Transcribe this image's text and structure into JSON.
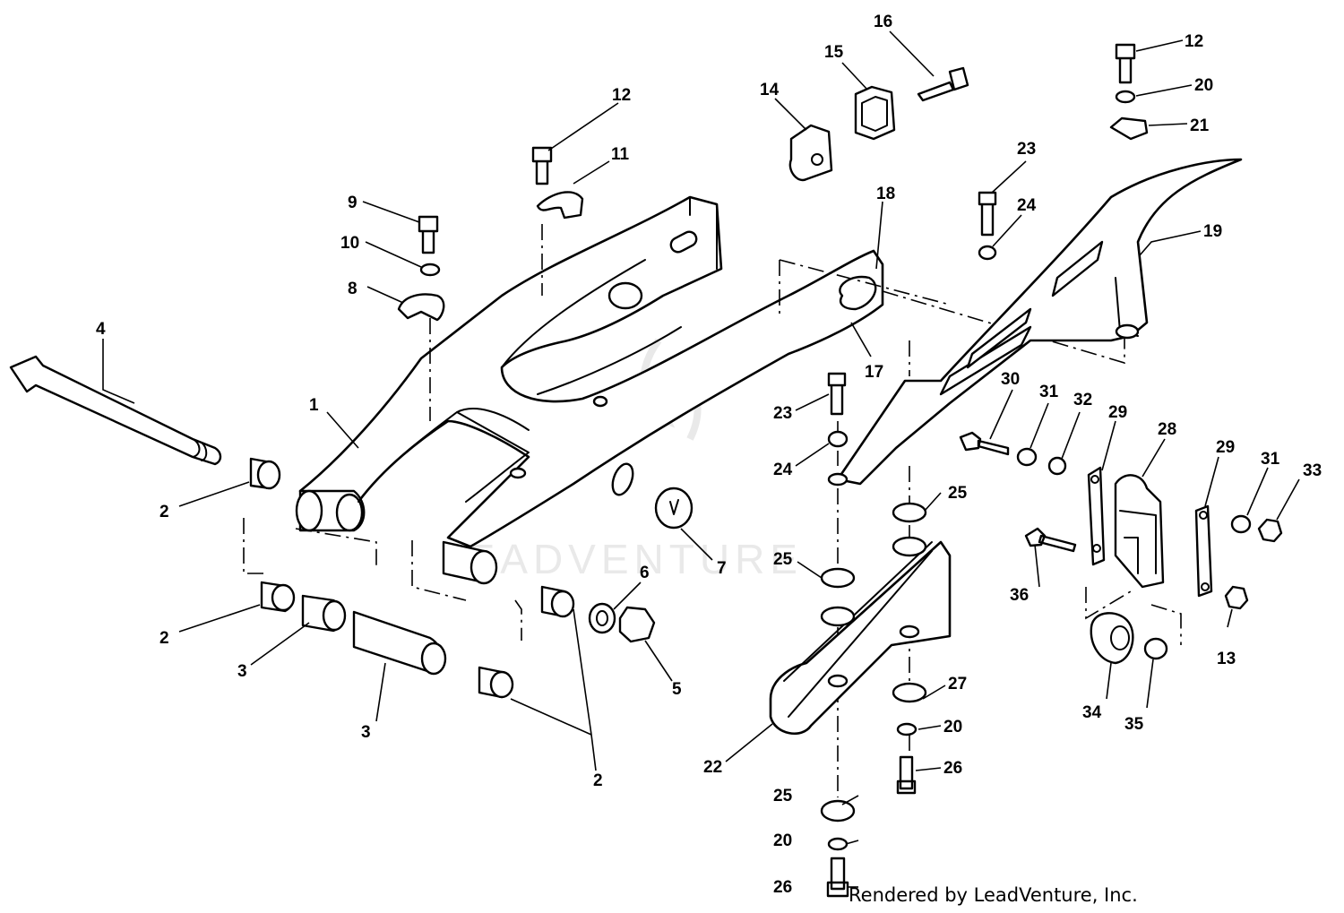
{
  "watermark": "LEADVENTURE",
  "credit": "Rendered by LeadVenture, Inc.",
  "callouts": [
    {
      "n": "1"
    },
    {
      "n": "2"
    },
    {
      "n": "2"
    },
    {
      "n": "2"
    },
    {
      "n": "3"
    },
    {
      "n": "3"
    },
    {
      "n": "4"
    },
    {
      "n": "5"
    },
    {
      "n": "6"
    },
    {
      "n": "7"
    },
    {
      "n": "8"
    },
    {
      "n": "9"
    },
    {
      "n": "10"
    },
    {
      "n": "11"
    },
    {
      "n": "12"
    },
    {
      "n": "12"
    },
    {
      "n": "13"
    },
    {
      "n": "14"
    },
    {
      "n": "15"
    },
    {
      "n": "16"
    },
    {
      "n": "17"
    },
    {
      "n": "18"
    },
    {
      "n": "19"
    },
    {
      "n": "20"
    },
    {
      "n": "20"
    },
    {
      "n": "20"
    },
    {
      "n": "21"
    },
    {
      "n": "22"
    },
    {
      "n": "23"
    },
    {
      "n": "23"
    },
    {
      "n": "24"
    },
    {
      "n": "24"
    },
    {
      "n": "25"
    },
    {
      "n": "25"
    },
    {
      "n": "25"
    },
    {
      "n": "26"
    },
    {
      "n": "26"
    },
    {
      "n": "27"
    },
    {
      "n": "28"
    },
    {
      "n": "29"
    },
    {
      "n": "29"
    },
    {
      "n": "30"
    },
    {
      "n": "31"
    },
    {
      "n": "31"
    },
    {
      "n": "32"
    },
    {
      "n": "33"
    },
    {
      "n": "34"
    },
    {
      "n": "35"
    },
    {
      "n": "36"
    }
  ]
}
